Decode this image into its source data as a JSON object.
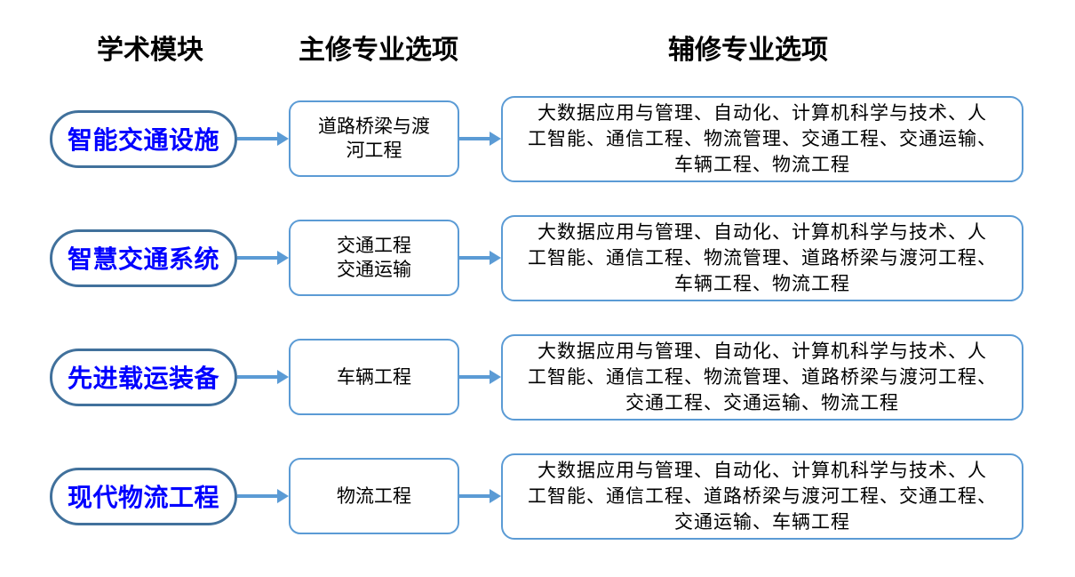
{
  "colors": {
    "pill_border": "#41719C",
    "module_text": "#0000FF",
    "box_border": "#5B9BD5",
    "arrow": "#5B9BD5",
    "header_text": "#000000",
    "text": "#000000"
  },
  "headers": [
    {
      "id": "module",
      "label": "学术模块"
    },
    {
      "id": "major",
      "label": "主修专业选项"
    },
    {
      "id": "minor",
      "label": "辅修专业选项"
    }
  ],
  "rows": [
    {
      "module": "智能交通设施",
      "majors": [
        "道路桥梁与渡河工程"
      ],
      "major_lines": [
        "道路桥梁与渡",
        "河工程"
      ],
      "minors": [
        "大数据应用与管理",
        "自动化",
        "计算机科学与技术",
        "人工智能",
        "通信工程",
        "物流管理",
        "交通工程",
        "交通运输",
        "车辆工程",
        "物流工程"
      ],
      "minor_lines": [
        "大数据应用与管理、自动化、计算机科学与技术、人",
        "工智能、通信工程、物流管理、交通工程、交通运输、",
        "车辆工程、物流工程"
      ]
    },
    {
      "module": "智慧交通系统",
      "majors": [
        "交通工程",
        "交通运输"
      ],
      "major_lines": [
        "交通工程",
        "交通运输"
      ],
      "minors": [
        "大数据应用与管理",
        "自动化",
        "计算机科学与技术",
        "人工智能",
        "通信工程",
        "物流管理",
        "道路桥梁与渡河工程",
        "车辆工程",
        "物流工程"
      ],
      "minor_lines": [
        "大数据应用与管理、自动化、计算机科学与技术、人",
        "工智能、通信工程、物流管理、道路桥梁与渡河工程、",
        "车辆工程、物流工程"
      ]
    },
    {
      "module": "先进载运装备",
      "majors": [
        "车辆工程"
      ],
      "major_lines": [
        "车辆工程"
      ],
      "minors": [
        "大数据应用与管理",
        "自动化",
        "计算机科学与技术",
        "人工智能",
        "通信工程",
        "物流管理",
        "道路桥梁与渡河工程",
        "交通工程",
        "交通运输",
        "物流工程"
      ],
      "minor_lines": [
        "大数据应用与管理、自动化、计算机科学与技术、人",
        "工智能、通信工程、物流管理、道路桥梁与渡河工程、",
        "交通工程、交通运输、物流工程"
      ]
    },
    {
      "module": "现代物流工程",
      "majors": [
        "物流工程"
      ],
      "major_lines": [
        "物流工程"
      ],
      "minors": [
        "大数据应用与管理",
        "自动化",
        "计算机科学与技术",
        "人工智能",
        "通信工程",
        "道路桥梁与渡河工程",
        "交通工程",
        "交通运输",
        "车辆工程"
      ],
      "minor_lines": [
        "大数据应用与管理、自动化、计算机科学与技术、人",
        "工智能、通信工程、道路桥梁与渡河工程、交通工程、",
        "交通运输、车辆工程"
      ]
    }
  ]
}
